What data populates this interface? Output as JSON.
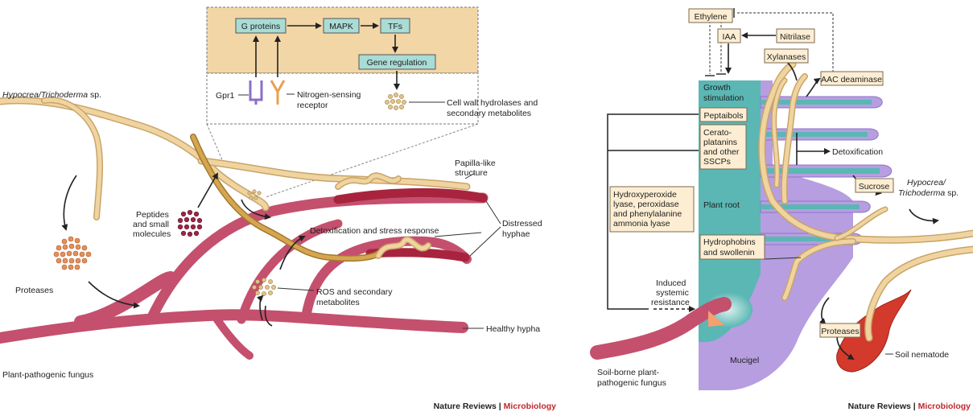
{
  "left_panel": {
    "organism": {
      "italic_a": "Hypocrea",
      "slash": "/",
      "italic_b": "Trichoderma",
      "suffix": " sp."
    },
    "pathway": {
      "g_proteins": "G proteins",
      "mapk": "MAPK",
      "tfs": "TFs",
      "gene_regulation": "Gene regulation",
      "gpr1": "Gpr1",
      "nitrogen_sensing_1": "Nitrogen-sensing",
      "nitrogen_sensing_2": "receptor"
    },
    "labels": {
      "cell_wall_1": "Cell wall hydrolases and",
      "cell_wall_2": "secondary metabolites",
      "papilla_1": "Papilla-like",
      "papilla_2": "structure",
      "distressed_1": "Distressed",
      "distressed_2": "hyphae",
      "peptides_1": "Peptides",
      "peptides_2": "and small",
      "peptides_3": "molecules",
      "detox_stress": "Detoxification and stress response",
      "ros_1": "ROS and secondary",
      "ros_2": "metabolites",
      "proteases": "Proteases",
      "healthy": "Healthy hypha",
      "pathogen": "Plant-pathogenic fungus"
    },
    "credit": {
      "journal": "Nature Reviews",
      "sep": " | ",
      "section": "Microbiology"
    }
  },
  "right_panel": {
    "boxes": {
      "ethylene": "Ethylene",
      "iaa": "IAA",
      "nitrilase": "Nitrilase",
      "xylanases": "Xylanases",
      "aac_deaminase": "AAC deaminase",
      "peptaibols": "Peptaibols",
      "cerato_1": "Cerato-",
      "cerato_2": "platanins",
      "cerato_3": "and other",
      "cerato_4": "SSCPs",
      "sucrose": "Sucrose",
      "hydroxy_1": "Hydroxyperoxide",
      "hydroxy_2": "lyase, peroxidase",
      "hydroxy_3": "and phenylalanine",
      "hydroxy_4": "ammonia lyase",
      "hydrophobins_1": "Hydrophobins",
      "hydrophobins_2": "and swollenin",
      "proteases": "Proteases"
    },
    "labels": {
      "growth_1": "Growth",
      "growth_2": "stimulation",
      "plant_root": "Plant root",
      "detoxification": "Detoxification",
      "organism_1": "Hypocrea/",
      "organism_2": "Trichoderma",
      "organism_sp": " sp.",
      "isr_1": "Induced",
      "isr_2": "systemic",
      "isr_3": "resistance",
      "mucigel": "Mucigel",
      "soil_borne_1": "Soil-borne plant-",
      "soil_borne_2": "pathogenic fungus",
      "nematode": "Soil nematode"
    },
    "credit": {
      "journal": "Nature Reviews",
      "sep": " | ",
      "section": "Microbiology"
    }
  },
  "colors": {
    "hypha_tan": "#f0d4a0",
    "hypha_outline": "#c9a46a",
    "pathogen_pink": "#c4506e",
    "pathogen_dark": "#a8243e",
    "box_fill": "#a9dcd5",
    "panel_tan": "#f2d6a6",
    "root_teal": "#5ab7b4",
    "mucigel_purple": "#b69ee0",
    "nematode_red": "#d33a2c"
  }
}
